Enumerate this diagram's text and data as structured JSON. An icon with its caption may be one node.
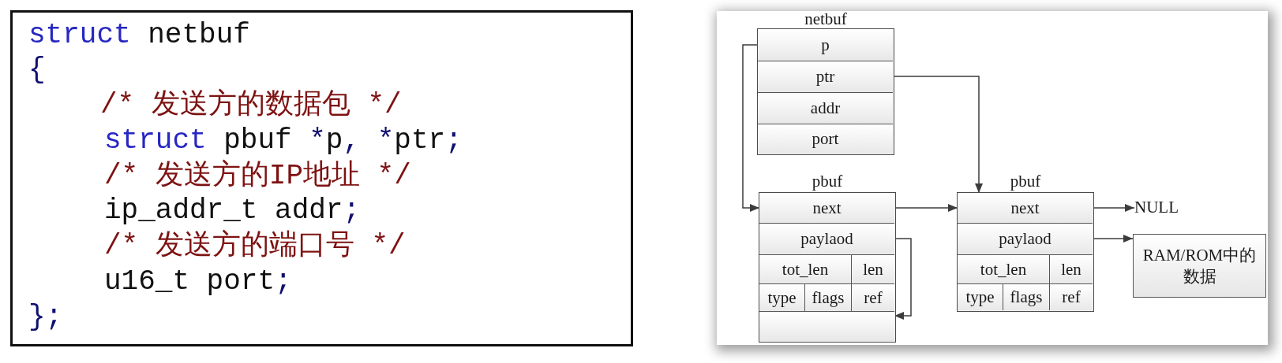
{
  "diagram": {
    "nodes": [
      {
        "text": [
          "struct netbuf",
          "{",
          "/* 发送方的数据包 */",
          "struct pbuf *p, *ptr;",
          "/* 发送方的IP地址 */",
          "ip_addr_t addr;",
          "/* 发送方的端口号 */",
          "u16_t port;",
          "};"
        ]
      },
      {
        "text": [
          "netbuf"
        ]
      },
      {
        "text": [
          "p"
        ],
        "in": 1
      },
      {
        "text": [
          "ptr"
        ],
        "in": 1
      },
      {
        "text": [
          "addr"
        ],
        "in": 1
      },
      {
        "text": [
          "port"
        ],
        "in": 1
      },
      {
        "text": [
          "pbuf"
        ]
      },
      {
        "text": [
          "next"
        ],
        "in": 6
      },
      {
        "text": [
          "paylaod"
        ],
        "in": 6
      },
      {
        "text": [
          "tot_len"
        ],
        "in": 6
      },
      {
        "text": [
          "len"
        ],
        "in": 6
      },
      {
        "text": [
          "type"
        ],
        "in": 6
      },
      {
        "text": [
          "flags"
        ],
        "in": 6
      },
      {
        "text": [
          "ref"
        ],
        "in": 6
      },
      {
        "text": [],
        "shape": "box",
        "in": 6
      },
      {
        "text": [
          "pbuf"
        ]
      },
      {
        "text": [
          "next"
        ],
        "in": 15
      },
      {
        "text": [
          "paylaod"
        ],
        "in": 15
      },
      {
        "text": [
          "tot_len"
        ],
        "in": 15
      },
      {
        "text": [
          "len"
        ],
        "in": 15
      },
      {
        "text": [
          "type"
        ],
        "in": 15
      },
      {
        "text": [
          "flags"
        ],
        "in": 15
      },
      {
        "text": [
          "ref"
        ],
        "in": 15
      },
      {
        "text": [
          "NULL"
        ]
      },
      {
        "text": [
          "RAM/ROM中的数据"
        ]
      }
    ],
    "edges": [
      {
        "from": 2,
        "to": 7,
        "arrow": "to"
      },
      {
        "from": 3,
        "to": 16,
        "arrow": "to"
      },
      {
        "from": 7,
        "to": 16,
        "arrow": "to"
      },
      {
        "from": 8,
        "to": 14,
        "arrow": "to"
      },
      {
        "from": 16,
        "to": 23,
        "arrow": "to"
      },
      {
        "from": 17,
        "to": 24,
        "arrow": "to"
      }
    ]
  }
}
